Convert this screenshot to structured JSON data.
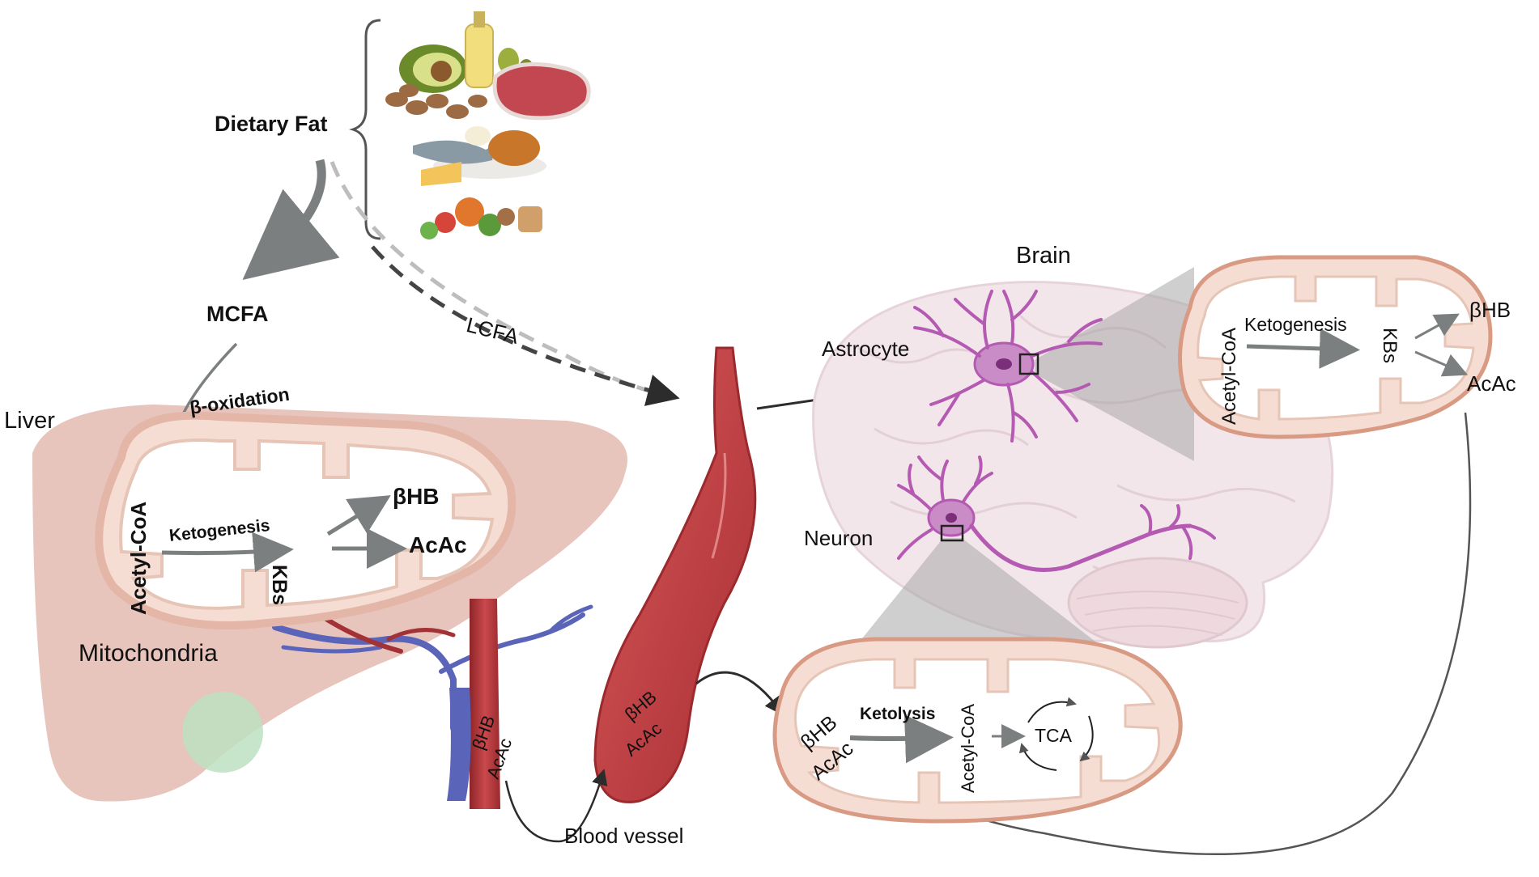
{
  "labels": {
    "dietary_fat": "Dietary Fat",
    "mcfa": "MCFA",
    "lcfa": "LCFA",
    "beta_oxidation": "β-oxidation",
    "liver": "Liver",
    "mitochondria": "Mitochondria",
    "brain": "Brain",
    "astrocyte": "Astrocyte",
    "neuron": "Neuron",
    "blood_vessel": "Blood vessel"
  },
  "liver_mito": {
    "acetyl_coa": "Acetyl-CoA",
    "ketogenesis": "Ketogenesis",
    "kbs": "KBs",
    "bhb": "βHB",
    "acac": "AcAc"
  },
  "astro_mito": {
    "acetyl_coa": "Acetyl-CoA",
    "ketogenesis": "Ketogenesis",
    "kbs": "KBs",
    "bhb": "βHB",
    "acac": "AcAc"
  },
  "neuron_mito": {
    "bhb": "βHB",
    "acac": "AcAc",
    "ketolysis": "Ketolysis",
    "acetyl_coa": "Acetyl-CoA",
    "tca": "TCA"
  },
  "portal_vein": {
    "bhb": "βHB",
    "acac": "AcAc"
  },
  "artery": {
    "bhb": "βHB",
    "acac": "AcAc"
  },
  "colors": {
    "liver": "#e7c4bc",
    "mito_fill": "#f6ddd3",
    "mito_border": "#d99a84",
    "vessel": "#b8393d",
    "vein": "#5a64b8",
    "brain": "#f3e6ea",
    "neuron": "#b55ab2",
    "arrow_gray": "#7c7f80"
  }
}
